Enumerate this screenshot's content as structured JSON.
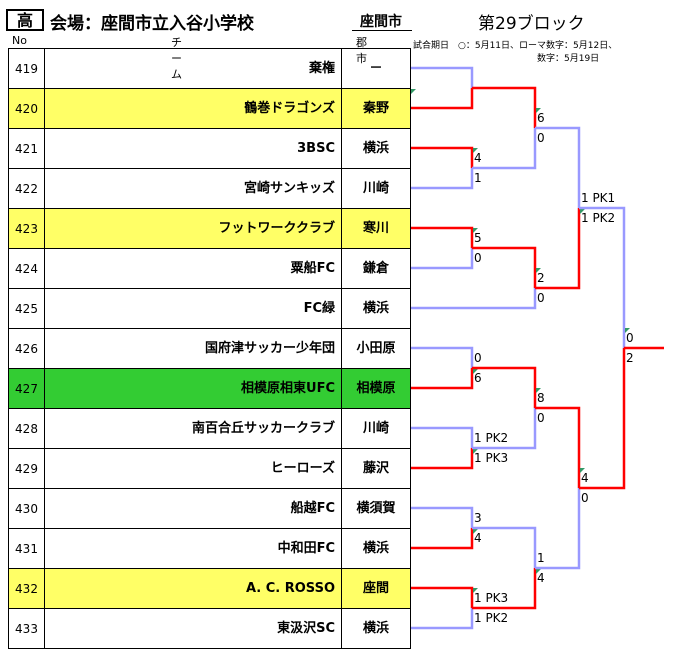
{
  "header": {
    "category_badge": "高",
    "venue": "会場：座間市立入谷小学校",
    "city": "座間市",
    "block": "第29ブロック",
    "note_line1": "試合期日　○：5月11日、ローマ数字：5月12日、",
    "note_line2": "数字：5月19日"
  },
  "columns": {
    "no": "No",
    "team": "チーム",
    "city": "郡市"
  },
  "teams": [
    {
      "no": "419",
      "name": "棄権",
      "city": "－",
      "highlight": ""
    },
    {
      "no": "420",
      "name": "鶴巻ドラゴンズ",
      "city": "秦野",
      "highlight": "yellow"
    },
    {
      "no": "421",
      "name": "3BSC",
      "city": "横浜",
      "highlight": ""
    },
    {
      "no": "422",
      "name": "宮崎サンキッズ",
      "city": "川崎",
      "highlight": ""
    },
    {
      "no": "423",
      "name": "フットワーククラブ",
      "city": "寒川",
      "highlight": "yellow"
    },
    {
      "no": "424",
      "name": "粟船FC",
      "city": "鎌倉",
      "highlight": ""
    },
    {
      "no": "425",
      "name": "FC緑",
      "city": "横浜",
      "highlight": ""
    },
    {
      "no": "426",
      "name": "国府津サッカー少年団",
      "city": "小田原",
      "highlight": ""
    },
    {
      "no": "427",
      "name": "相模原相東UFC",
      "city": "相模原",
      "highlight": "green"
    },
    {
      "no": "428",
      "name": "南百合丘サッカークラブ",
      "city": "川崎",
      "highlight": ""
    },
    {
      "no": "429",
      "name": "ヒーローズ",
      "city": "藤沢",
      "highlight": ""
    },
    {
      "no": "430",
      "name": "船越FC",
      "city": "横須賀",
      "highlight": ""
    },
    {
      "no": "431",
      "name": "中和田FC",
      "city": "横浜",
      "highlight": ""
    },
    {
      "no": "432",
      "name": "A. C. ROSSO",
      "city": "座間",
      "highlight": "yellow"
    },
    {
      "no": "433",
      "name": "東汲沢SC",
      "city": "横浜",
      "highlight": ""
    }
  ],
  "scores": {
    "r1_421_422_top": "4",
    "r1_421_422_bot": "1",
    "r1_423_424_top": "5",
    "r1_423_424_bot": "0",
    "r1_426_427_top": "0",
    "r1_426_427_bot": "6",
    "r1_428_429_top": "1 PK2",
    "r1_428_429_bot": "1 PK3",
    "r1_430_431_top": "3",
    "r1_430_431_bot": "4",
    "r1_432_433_top": "1 PK3",
    "r1_432_433_bot": "1 PK2",
    "r2_a_top": "6",
    "r2_a_bot": "0",
    "r2_b_top": "2",
    "r2_b_bot": "0",
    "r2_c_top": "8",
    "r2_c_bot": "0",
    "r2_d_top": "1",
    "r2_d_bot": "4",
    "r3_a_top": "1 PK1",
    "r3_a_bot": "1 PK2",
    "r3_b_top": "4",
    "r3_b_bot": "0",
    "final_top": "0",
    "final_bot": "2"
  },
  "colors": {
    "winner_line": "#ff0000",
    "loser_line": "#9999ff",
    "yellow": "#ffff66",
    "green": "#33cc33",
    "mark": "#339966"
  }
}
